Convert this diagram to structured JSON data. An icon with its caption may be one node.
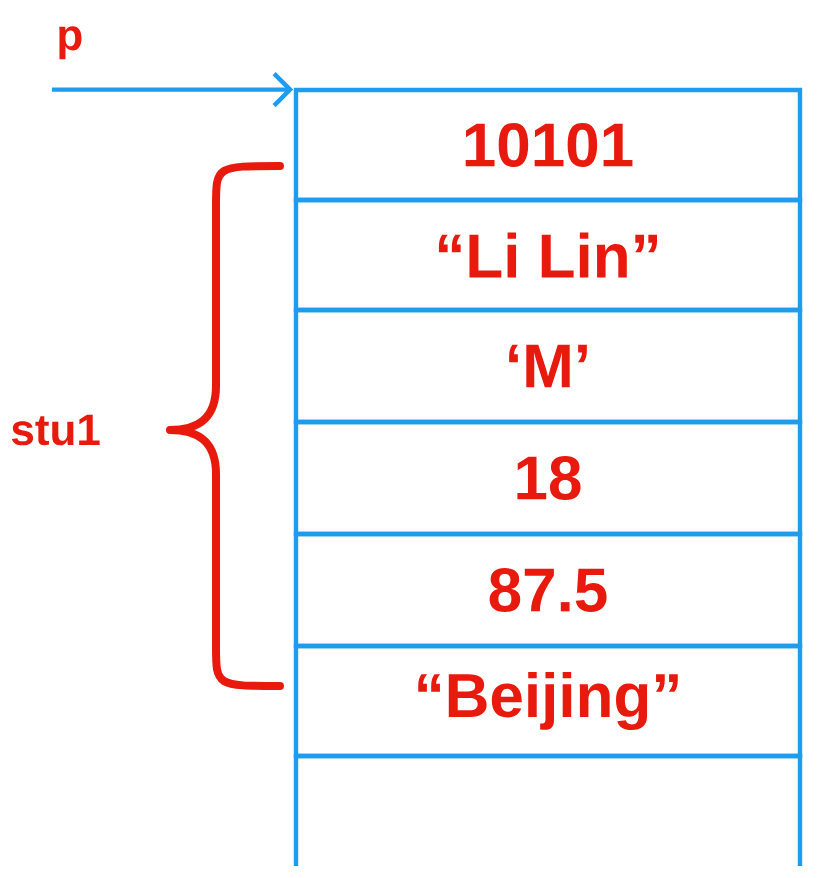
{
  "diagram": {
    "nodes": [
      {
        "text": [
          "p"
        ]
      },
      {
        "text": [
          "10101"
        ]
      },
      {
        "text": [
          "“Li Lin”"
        ]
      },
      {
        "text": [
          "‘M’"
        ]
      },
      {
        "text": [
          "18"
        ]
      },
      {
        "text": [
          "87.5"
        ]
      },
      {
        "text": [
          "“Beijing”"
        ]
      },
      {
        "text": [],
        "shape": "box"
      }
    ],
    "edges": [
      {
        "from": 0,
        "to": 1,
        "arrow": "to"
      }
    ],
    "labels": [
      "stu1"
    ]
  }
}
